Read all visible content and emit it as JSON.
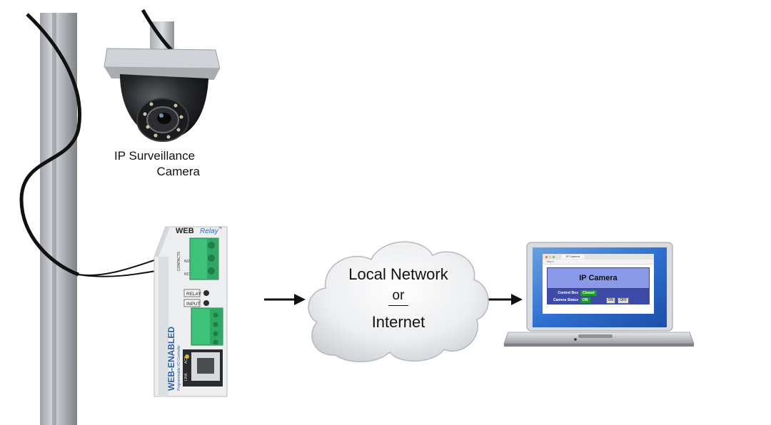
{
  "camera": {
    "label_line1": "IP Surveillance",
    "label_line2": "Camera"
  },
  "device": {
    "brand_prefix": "WEB",
    "brand_suffix": "Relay",
    "tm": "™",
    "side_text": "WEB-ENABLED",
    "side_subtext": "Programmable I/O Controller",
    "relay_label": "RELAY",
    "input_label": "INPUT",
    "contacts_label": "CONTACTS",
    "no_label": "NO",
    "nc_label": "NC",
    "link_label": "LINK",
    "act_label": "ACT"
  },
  "network": {
    "line1": "Local Network",
    "line2": "or",
    "line3": "Internet"
  },
  "browser": {
    "tab_title": "IP Camera",
    "address": "http://",
    "page_title": "IP Camera",
    "rows": [
      {
        "label": "Control Box",
        "value": "Closed"
      },
      {
        "label": "Camera Status",
        "value": "ON"
      }
    ],
    "on_button": "ON",
    "off_button": "OFF"
  },
  "colors": {
    "terminal_green": "#3ec27a",
    "window_blue": "#3d4aa8",
    "status_green": "#1c9a2a",
    "title_blue": "#8a99e8"
  }
}
